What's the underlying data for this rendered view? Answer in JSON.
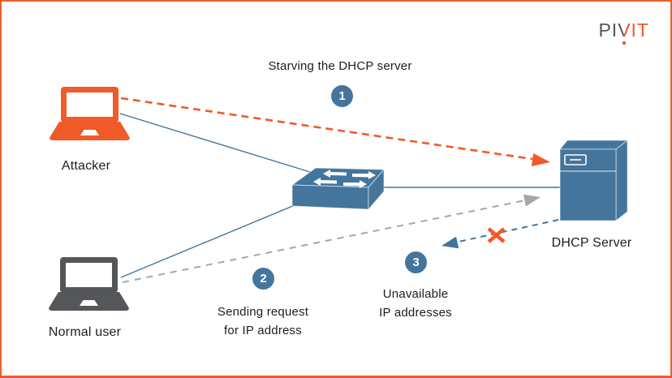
{
  "logo": {
    "pi": "PI",
    "v": "V",
    "it": "IT"
  },
  "colors": {
    "orange": "#F15A29",
    "blue": "#44759C",
    "gray_device": "#54565A",
    "gray_dash": "#A6A6A6",
    "text": "#1D1D1F",
    "border": "#E8612C"
  },
  "steps": [
    {
      "number": "1",
      "lines": [
        "Starving the DHCP server",
        ""
      ]
    },
    {
      "number": "2",
      "lines": [
        "Sending request",
        "for IP address"
      ]
    },
    {
      "number": "3",
      "lines": [
        "Unavailable",
        "IP addresses"
      ]
    }
  ],
  "nodes": {
    "attacker": {
      "label": "Attacker"
    },
    "normal_user": {
      "label": "Normal user"
    },
    "dhcp_server": {
      "label": "DHCP Server"
    }
  },
  "icons": [
    "attacker-laptop-icon",
    "normal-user-laptop-icon",
    "switch-icon",
    "server-icon",
    "orange-attack-arrow",
    "gray-request-arrow",
    "blue-reply-arrow",
    "blocked-x-icon"
  ]
}
